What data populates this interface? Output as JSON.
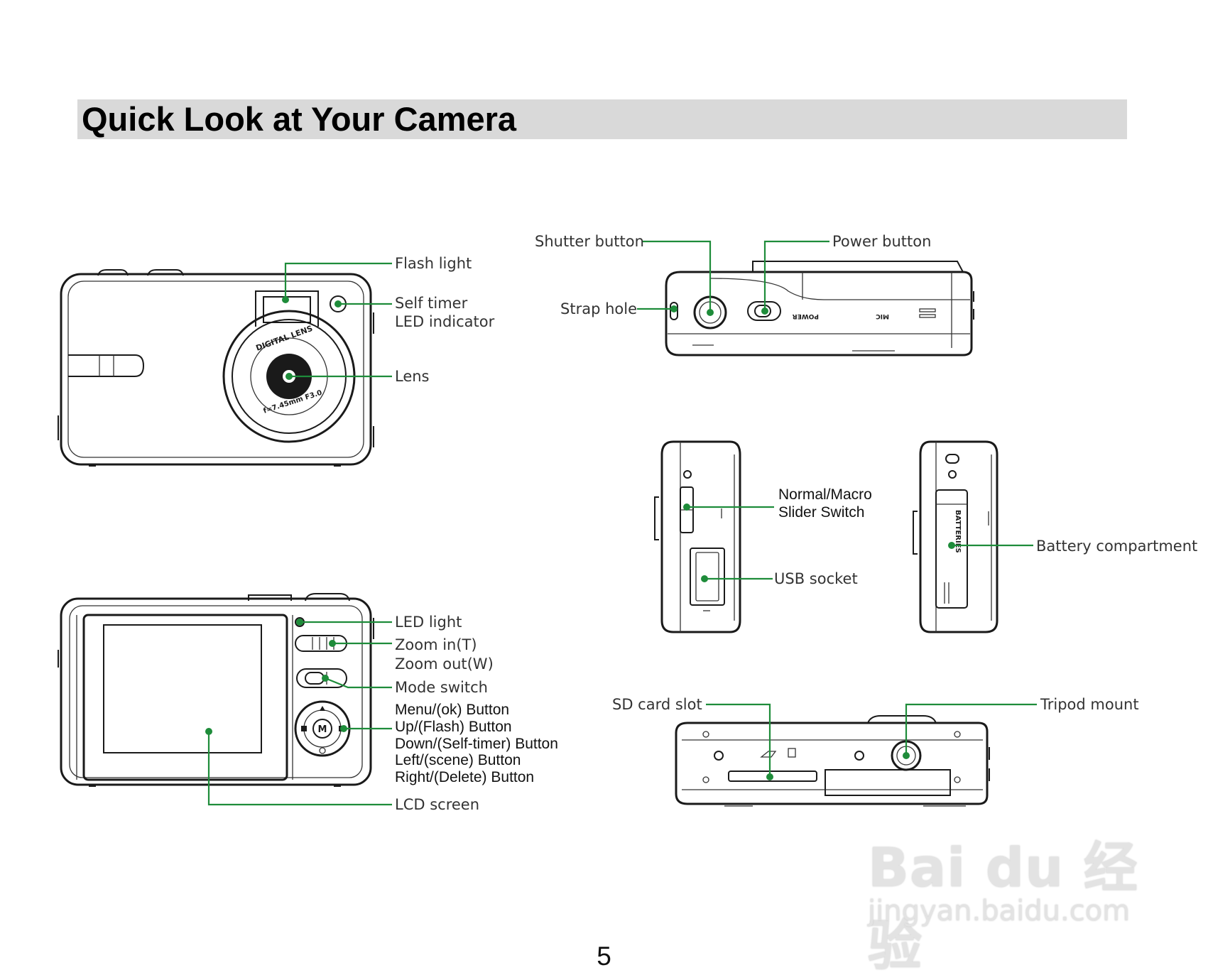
{
  "page": {
    "title": "Quick Look at Your Camera",
    "page_number": "5"
  },
  "front": {
    "flash_light": "Flash light",
    "self_timer_1": "Self timer",
    "self_timer_2": "LED indicator",
    "lens": "Lens",
    "lens_ring_top": "DIGITAL LENS",
    "lens_ring_bottom": "f=7.45mm F3.0"
  },
  "back": {
    "led_light": "LED light",
    "zoom_in": "Zoom in(T)",
    "zoom_out": "Zoom out(W)",
    "mode_switch": "Mode switch",
    "menu_ok": "Menu/(ok) Button",
    "up_flash": "Up/(Flash) Button",
    "down_self_timer": "Down/(Self-timer) Button",
    "left_scene": "Left/(scene) Button",
    "right_delete": "Right/(Delete) Button",
    "lcd_screen": "LCD screen",
    "menu_key": "M"
  },
  "top": {
    "shutter_button": "Shutter button",
    "power_button": "Power button",
    "strap_hole": "Strap hole",
    "power_mark": "POWER",
    "mic_mark": "MIC"
  },
  "side": {
    "normal_macro_1": "Normal/Macro",
    "normal_macro_2": "Slider Switch",
    "usb_socket": "USB socket",
    "battery_compartment": "Battery compartment",
    "battery_mark": "BATTERIES"
  },
  "bottom": {
    "sd_card_slot": "SD card slot",
    "tripod_mount": "Tripod mount"
  },
  "watermark": {
    "logo_text": "Bai du 经验",
    "url": "jingyan.baidu.com"
  },
  "colors": {
    "leader_line": "#1e8c3a",
    "title_band": "#d9d9d9"
  }
}
